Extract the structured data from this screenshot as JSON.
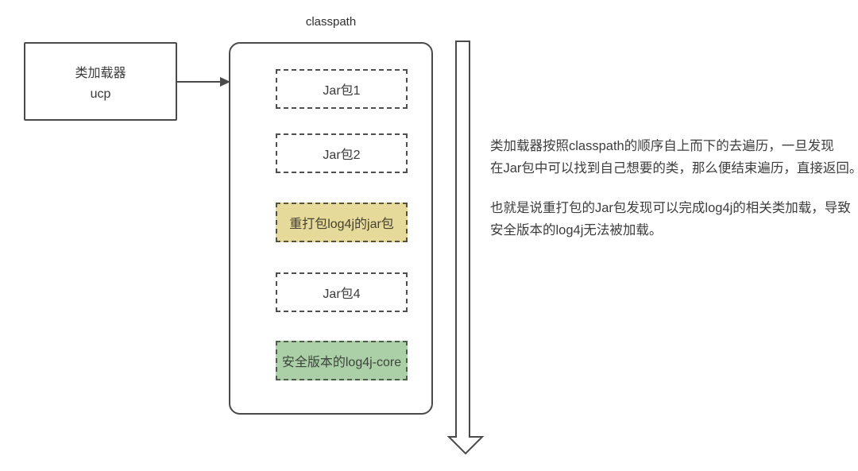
{
  "diagram": {
    "classpath_label": "classpath",
    "loader_box": {
      "title": "类加载器",
      "subtitle": "ucp"
    },
    "jars": [
      {
        "label": "Jar包1",
        "type": "normal"
      },
      {
        "label": "Jar包2",
        "type": "normal"
      },
      {
        "label": "重打包log4j的jar包",
        "type": "repackaged"
      },
      {
        "label": "Jar包4",
        "type": "normal"
      },
      {
        "label": "安全版本的log4j-core",
        "type": "safe"
      }
    ],
    "colors": {
      "stroke": "#4a4a4a",
      "repackaged_bg": "#e5da9a",
      "safe_bg": "#abcfa6"
    }
  },
  "annotation": {
    "para1_line1": "类加载器按照classpath的顺序自上而下的去遍历，一旦发现",
    "para1_line2": "在Jar包中可以找到自己想要的类，那么便结束遍历，直接返回。",
    "para2_line1": "也就是说重打包的Jar包发现可以完成log4j的相关类加载，导致",
    "para2_line2": "安全版本的log4j无法被加载。"
  }
}
